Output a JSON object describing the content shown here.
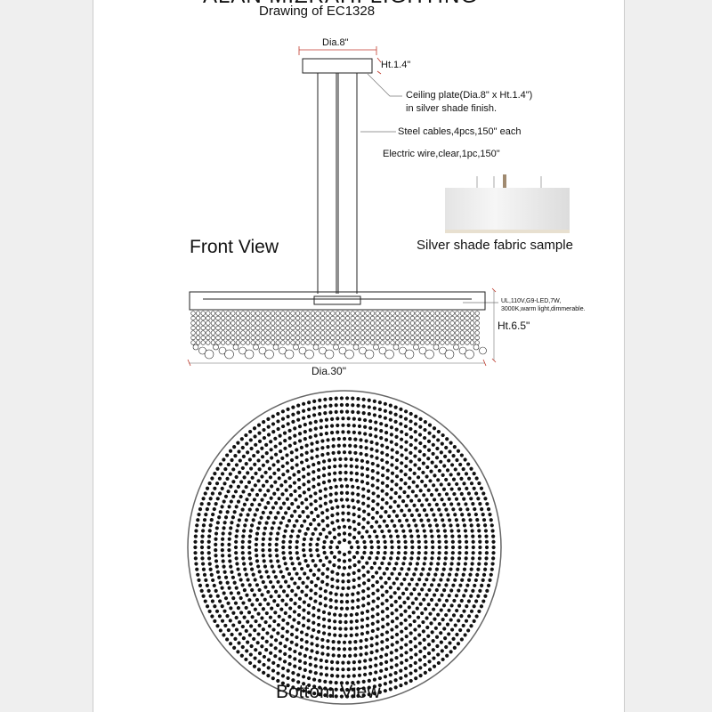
{
  "header": {
    "brand": "ALAN MIZRAHI LIGHTING",
    "subtitle": "Drawing of EC1328"
  },
  "front_view": {
    "label": "Front View",
    "dims": {
      "plate_dia": "Dia.8\"",
      "plate_ht": "Ht.1.4\"",
      "body_ht": "Ht.6.5\"",
      "body_dia": "Dia.30\""
    },
    "notes": {
      "ceiling_plate_1": "Ceiling plate(Dia.8\" x Ht.1.4\")",
      "ceiling_plate_2": "in silver shade finish.",
      "cables": "Steel cables,4pcs,150\" each",
      "wire": "Electric wire,clear,1pc,150\"",
      "bulb_1": "UL,110V,G9-LED,7W,",
      "bulb_2": "3000K,warm light,dimmerable."
    }
  },
  "sample": {
    "label": "Silver shade fabric sample"
  },
  "bottom_view": {
    "label": "Bottom View"
  },
  "colors": {
    "dim": "#c0392b",
    "ink": "#111111"
  }
}
